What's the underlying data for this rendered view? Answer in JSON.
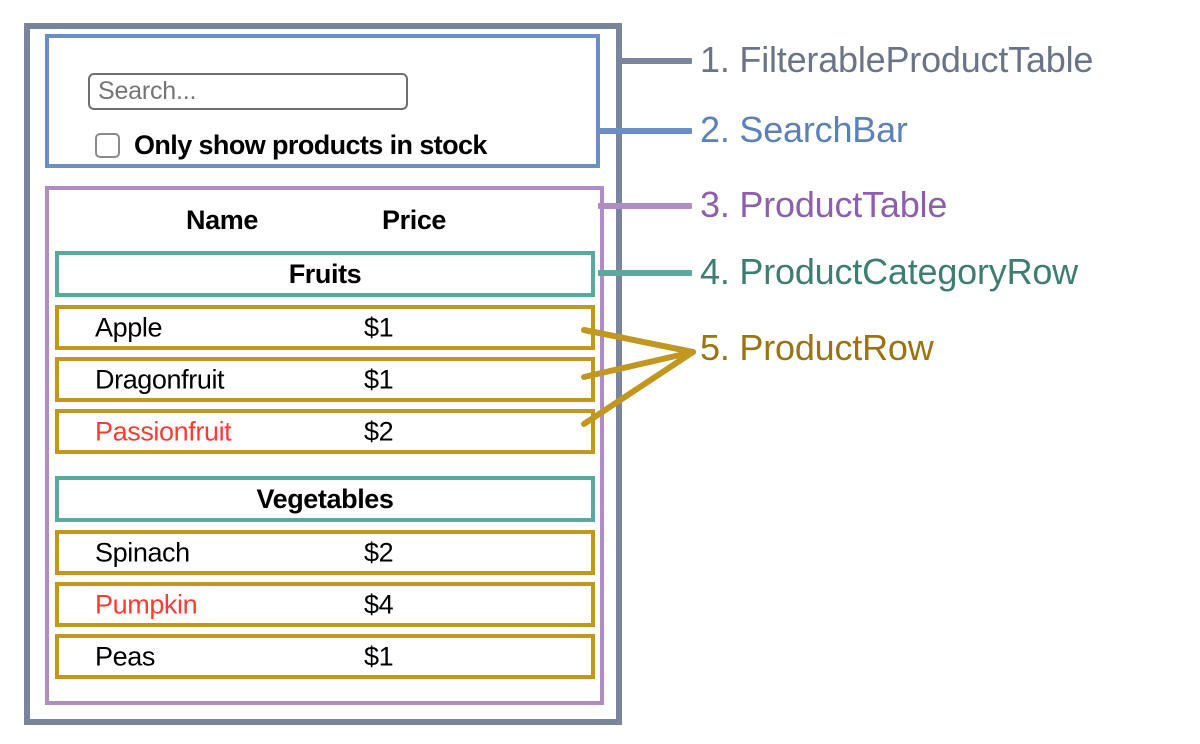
{
  "diagram": {
    "title": "React component hierarchy mockup: FilterableProductTable",
    "colors": {
      "filterable_product_table": "#7a849b",
      "search_bar": "#6b8fc4",
      "product_table": "#b08cc4",
      "product_category_row": "#5aa89e",
      "product_row": "#c2971f",
      "out_of_stock_text": "#fb3b34",
      "in_stock_text": "#000000"
    }
  },
  "search_bar": {
    "input_value": "",
    "input_placeholder": "Search...",
    "checkbox_label": "Only show products in stock",
    "checkbox_checked": false
  },
  "product_table": {
    "columns": [
      "Name",
      "Price"
    ],
    "groups": [
      {
        "category": "Fruits",
        "products": [
          {
            "name": "Apple",
            "price": "$1",
            "stocked": true
          },
          {
            "name": "Dragonfruit",
            "price": "$1",
            "stocked": true
          },
          {
            "name": "Passionfruit",
            "price": "$2",
            "stocked": false
          }
        ]
      },
      {
        "category": "Vegetables",
        "products": [
          {
            "name": "Spinach",
            "price": "$2",
            "stocked": true
          },
          {
            "name": "Pumpkin",
            "price": "$4",
            "stocked": false
          },
          {
            "name": "Peas",
            "price": "$1",
            "stocked": true
          }
        ]
      }
    ]
  },
  "callouts": [
    {
      "number": "1.",
      "name": "FilterableProductTable",
      "text": "1. FilterableProductTable",
      "color": "#6b7487"
    },
    {
      "number": "2.",
      "name": "SearchBar",
      "text": "2. SearchBar",
      "color": "#5b81bb"
    },
    {
      "number": "3.",
      "name": "ProductTable",
      "text": "3. ProductTable",
      "color": "#8e5fad"
    },
    {
      "number": "4.",
      "name": "ProductCategoryRow",
      "text": "4. ProductCategoryRow",
      "color": "#3f7d72"
    },
    {
      "number": "5.",
      "name": "ProductRow",
      "text": "5. ProductRow",
      "color": "#9b7412"
    }
  ]
}
